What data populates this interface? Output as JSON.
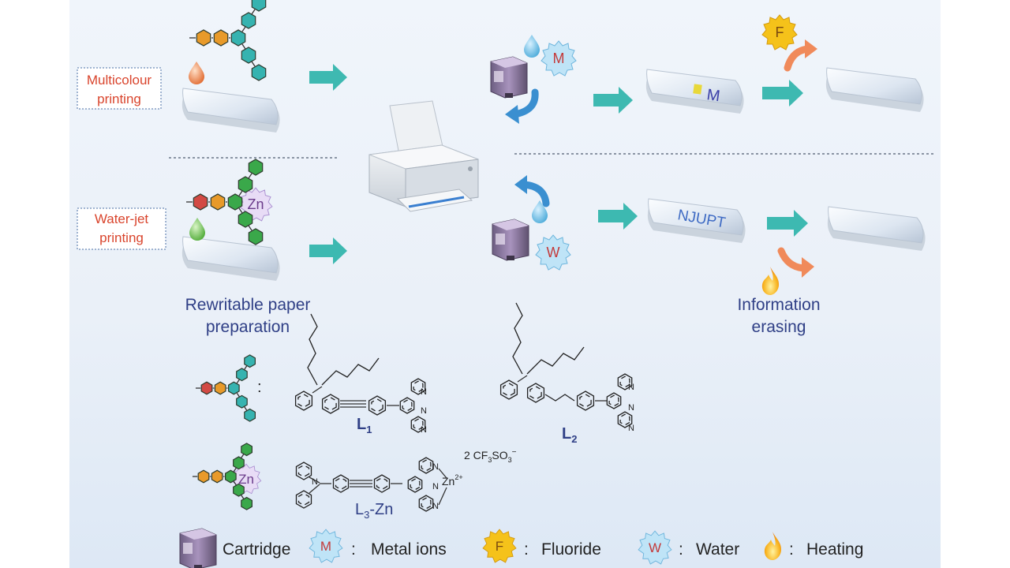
{
  "figure": {
    "mode_multicolour": [
      "Multicolour",
      "printing"
    ],
    "mode_waterjet": [
      "Water-jet",
      "printing"
    ],
    "rewritable_paper": [
      "Rewritable paper",
      "preparation"
    ],
    "information_erasing": [
      "Information",
      "erasing"
    ],
    "symbols": {
      "metal": "M",
      "water": "W",
      "fluoride": "F",
      "zinc": "Zn"
    },
    "printed_text_top": "M",
    "printed_text_bottom": "NJUPT",
    "ligands": {
      "l1": {
        "base": "L",
        "sub": "1"
      },
      "l2": {
        "base": "L",
        "sub": "2"
      },
      "l3": {
        "base": "L",
        "sub": "3",
        "suffix": "-Zn"
      },
      "counterion": {
        "pre": "2 CF",
        "sub": "3",
        "mid": "SO",
        "sub2": "3",
        "sup": "−"
      },
      "zinc_label": "Zn",
      "zinc_charge": "2+",
      "colon": ":",
      "n": "N"
    },
    "legend": [
      {
        "label": "Cartridge"
      },
      {
        "symbol": "M",
        "label": "Metal ions"
      },
      {
        "symbol": "F",
        "label": "Fluoride"
      },
      {
        "symbol": "W",
        "label": "Water"
      },
      {
        "label": "Heating"
      }
    ],
    "legend_colon": ":",
    "colors": {
      "label_red": "#d9442c",
      "label_blue": "#2f3f86",
      "arrow_teal": "#2ab3a8",
      "arrow_blue": "#3a8fd0",
      "arrow_orange": "#f08a5a",
      "hex_green": "#3aa84a",
      "hex_orange": "#e89a2a",
      "hex_teal": "#36b3b0",
      "hex_red": "#d24a44",
      "burst_blue": "#7ec8ee",
      "burst_yellow": "#f5c21a"
    }
  }
}
